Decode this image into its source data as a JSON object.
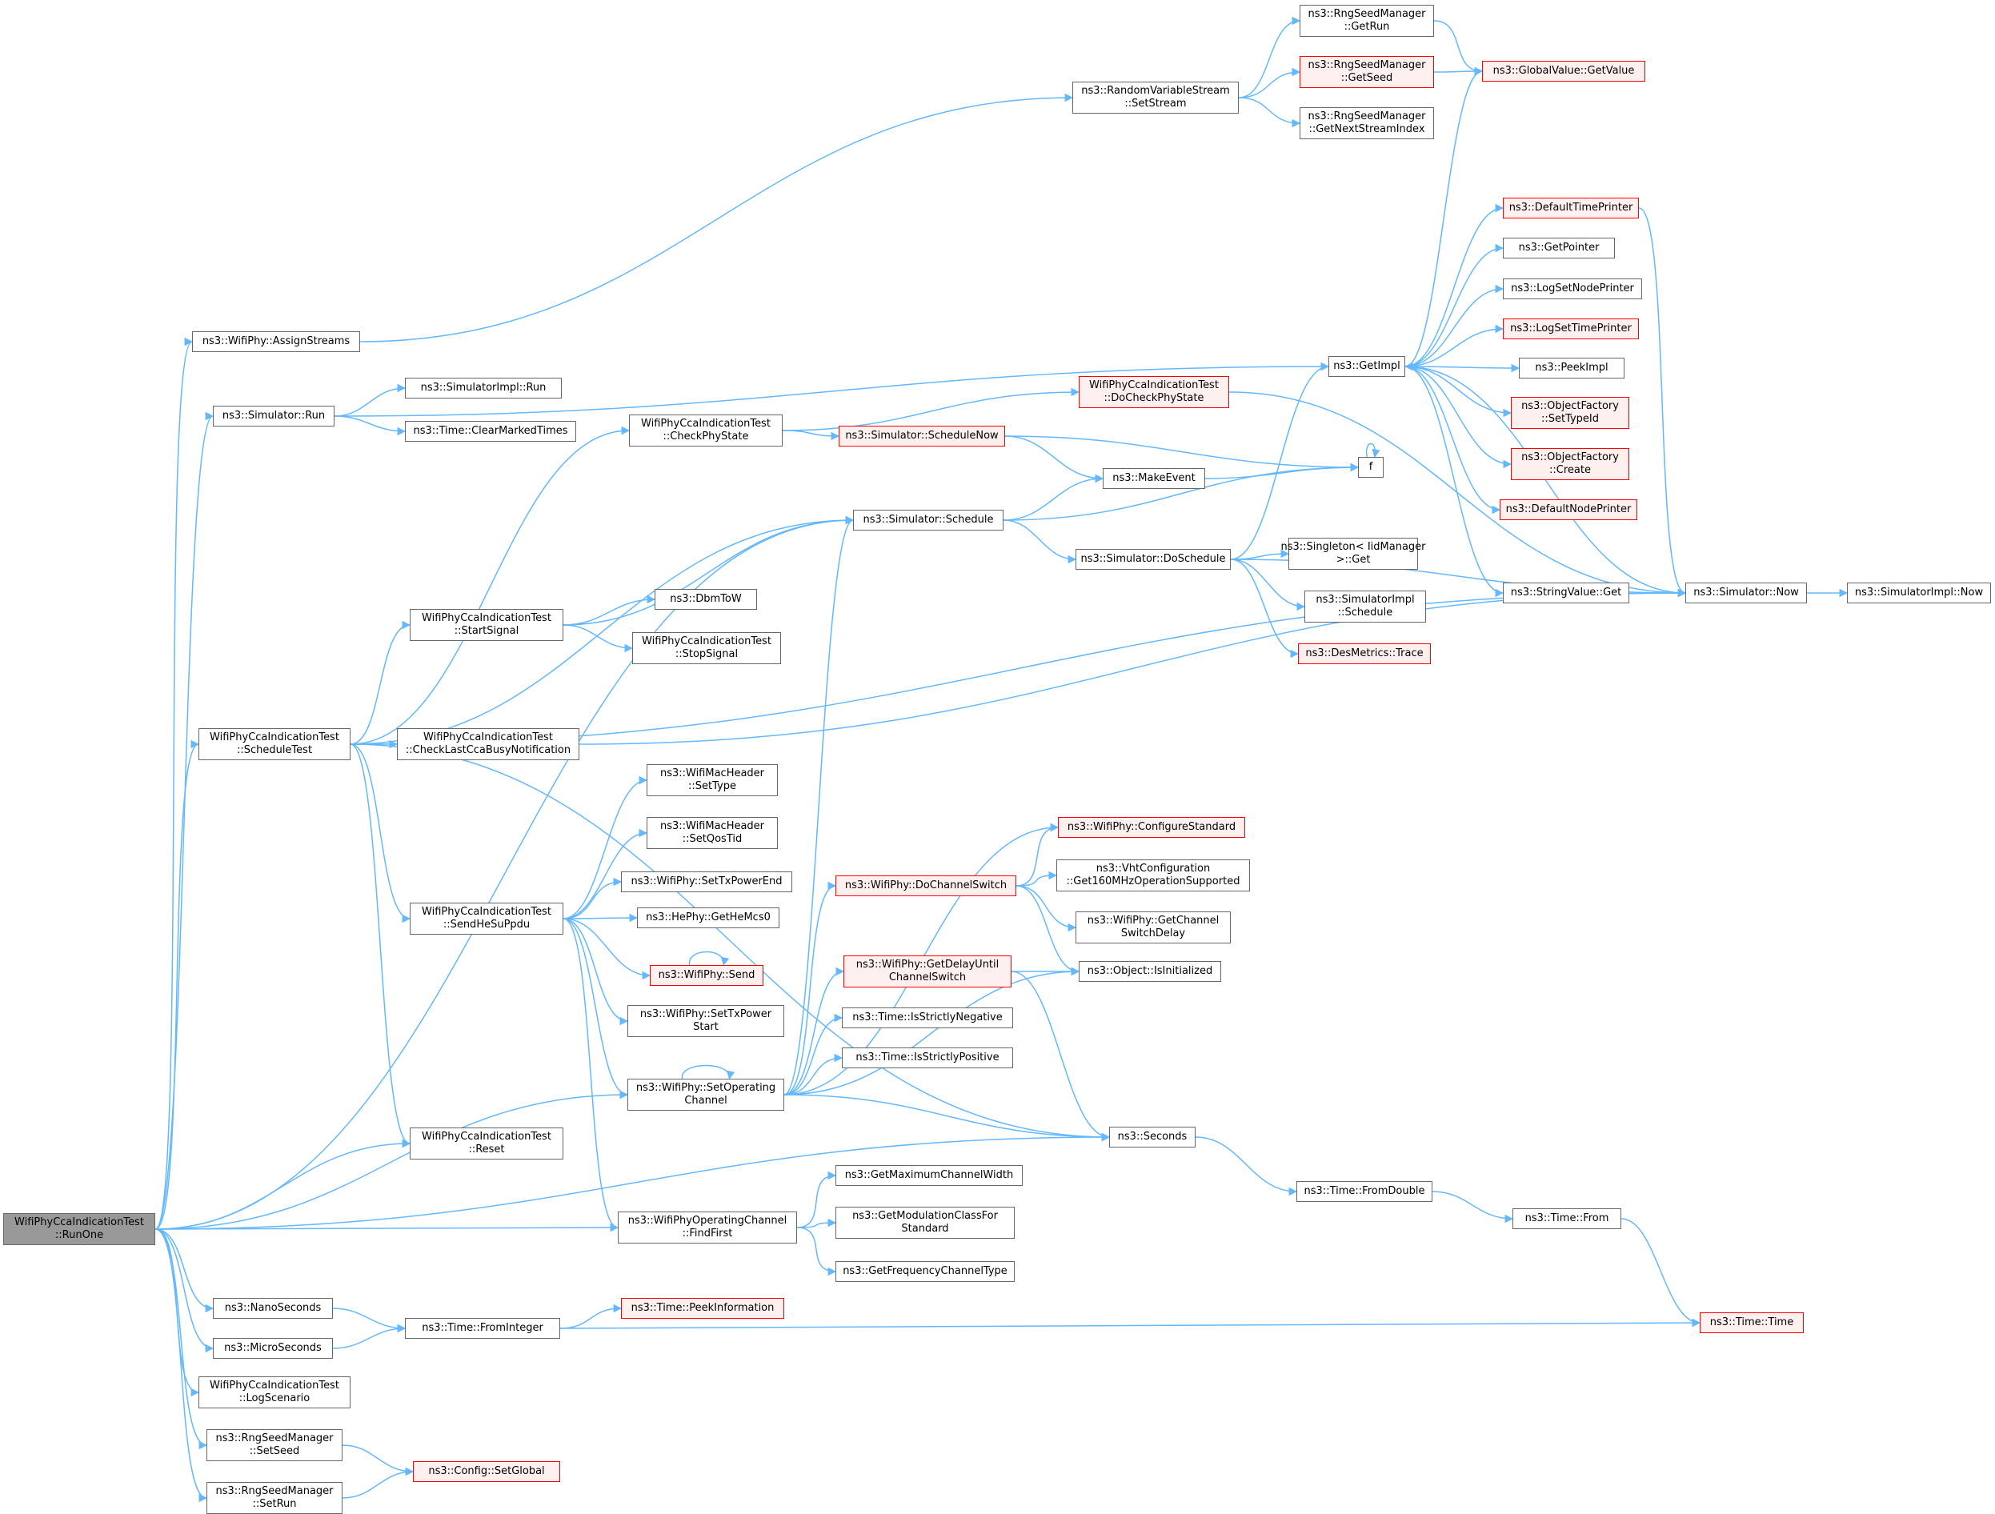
{
  "nodes": {
    "runone": {
      "label": "WifiPhyCcaIndicationTest\n::RunOne",
      "style": "root"
    },
    "assignstreams": {
      "label": "ns3::WifiPhy::AssignStreams",
      "style": "normal"
    },
    "setstream": {
      "label": "ns3::RandomVariableStream\n::SetStream",
      "style": "normal"
    },
    "getrun": {
      "label": "ns3::RngSeedManager\n::GetRun",
      "style": "normal"
    },
    "getseed": {
      "label": "ns3::RngSeedManager\n::GetSeed",
      "style": "red"
    },
    "getnextstream": {
      "label": "ns3::RngSeedManager\n::GetNextStreamIndex",
      "style": "normal"
    },
    "globalvalue": {
      "label": "ns3::GlobalValue::GetValue",
      "style": "red"
    },
    "simrun": {
      "label": "ns3::Simulator::Run",
      "style": "normal"
    },
    "simimplrun": {
      "label": "ns3::SimulatorImpl::Run",
      "style": "normal"
    },
    "clearmarked": {
      "label": "ns3::Time::ClearMarkedTimes",
      "style": "normal"
    },
    "checkphystate": {
      "label": "WifiPhyCcaIndicationTest\n::CheckPhyState",
      "style": "normal"
    },
    "docheckphystate": {
      "label": "WifiPhyCcaIndicationTest\n::DoCheckPhyState",
      "style": "red"
    },
    "schedulenow": {
      "label": "ns3::Simulator::ScheduleNow",
      "style": "red"
    },
    "simschedule": {
      "label": "ns3::Simulator::Schedule",
      "style": "normal"
    },
    "makeevent": {
      "label": "ns3::MakeEvent",
      "style": "normal"
    },
    "f": {
      "label": "f",
      "style": "normal"
    },
    "doschedule": {
      "label": "ns3::Simulator::DoSchedule",
      "style": "normal"
    },
    "singletonget": {
      "label": "ns3::Singleton< IidManager\n>::Get",
      "style": "normal"
    },
    "simimplschedule": {
      "label": "ns3::SimulatorImpl\n::Schedule",
      "style": "normal"
    },
    "desmetrics": {
      "label": "ns3::DesMetrics::Trace",
      "style": "red"
    },
    "getimpl": {
      "label": "ns3::GetImpl",
      "style": "normal"
    },
    "defaulttimeprinter": {
      "label": "ns3::DefaultTimePrinter",
      "style": "red"
    },
    "getpointer": {
      "label": "ns3::GetPointer",
      "style": "normal"
    },
    "logsetnodeprinter": {
      "label": "ns3::LogSetNodePrinter",
      "style": "normal"
    },
    "logsettimeprinter": {
      "label": "ns3::LogSetTimePrinter",
      "style": "red"
    },
    "peekimpl": {
      "label": "ns3::PeekImpl",
      "style": "normal"
    },
    "settypeid": {
      "label": "ns3::ObjectFactory\n::SetTypeId",
      "style": "red"
    },
    "ofcreate": {
      "label": "ns3::ObjectFactory\n::Create",
      "style": "red"
    },
    "defaultnodeprinter": {
      "label": "ns3::DefaultNodePrinter",
      "style": "red"
    },
    "stringvalueget": {
      "label": "ns3::StringValue::Get",
      "style": "normal"
    },
    "simnow": {
      "label": "ns3::Simulator::Now",
      "style": "normal"
    },
    "simimplnow": {
      "label": "ns3::SimulatorImpl::Now",
      "style": "normal"
    },
    "startsignal": {
      "label": "WifiPhyCcaIndicationTest\n::StartSignal",
      "style": "normal"
    },
    "dbmtow": {
      "label": "ns3::DbmToW",
      "style": "normal"
    },
    "stopsignal": {
      "label": "WifiPhyCcaIndicationTest\n::StopSignal",
      "style": "normal"
    },
    "scheduletest": {
      "label": "WifiPhyCcaIndicationTest\n::ScheduleTest",
      "style": "normal"
    },
    "checklastcca": {
      "label": "WifiPhyCcaIndicationTest\n::CheckLastCcaBusyNotification",
      "style": "normal"
    },
    "settype": {
      "label": "ns3::WifiMacHeader\n::SetType",
      "style": "normal"
    },
    "setqostid": {
      "label": "ns3::WifiMacHeader\n::SetQosTid",
      "style": "normal"
    },
    "settxpowerend": {
      "label": "ns3::WifiPhy::SetTxPowerEnd",
      "style": "normal"
    },
    "gethemcs0": {
      "label": "ns3::HePhy::GetHeMcs0",
      "style": "normal"
    },
    "wifiphysend": {
      "label": "ns3::WifiPhy::Send",
      "style": "red"
    },
    "settxpowerstart": {
      "label": "ns3::WifiPhy::SetTxPower\nStart",
      "style": "normal"
    },
    "sendhesuppdu": {
      "label": "WifiPhyCcaIndicationTest\n::SendHeSuPpdu",
      "style": "normal"
    },
    "setoperating": {
      "label": "ns3::WifiPhy::SetOperating\nChannel",
      "style": "normal"
    },
    "reset": {
      "label": "WifiPhyCcaIndicationTest\n::Reset",
      "style": "normal"
    },
    "configurestandard": {
      "label": "ns3::WifiPhy::ConfigureStandard",
      "style": "red"
    },
    "dochannelswitch": {
      "label": "ns3::WifiPhy::DoChannelSwitch",
      "style": "red"
    },
    "vhtconfig": {
      "label": "ns3::VhtConfiguration\n::Get160MHzOperationSupported",
      "style": "normal"
    },
    "getchannelswitchdelay": {
      "label": "ns3::WifiPhy::GetChannel\nSwitchDelay",
      "style": "normal"
    },
    "getdelayuntil": {
      "label": "ns3::WifiPhy::GetDelayUntil\nChannelSwitch",
      "style": "red"
    },
    "isinitialized": {
      "label": "ns3::Object::IsInitialized",
      "style": "normal"
    },
    "isstrictlyneg": {
      "label": "ns3::Time::IsStrictlyNegative",
      "style": "normal"
    },
    "isstrictlypos": {
      "label": "ns3::Time::IsStrictlyPositive",
      "style": "normal"
    },
    "seconds": {
      "label": "ns3::Seconds",
      "style": "normal"
    },
    "fromdouble": {
      "label": "ns3::Time::FromDouble",
      "style": "normal"
    },
    "timefrom": {
      "label": "ns3::Time::From",
      "style": "normal"
    },
    "timetime": {
      "label": "ns3::Time::Time",
      "style": "red"
    },
    "findfirst": {
      "label": "ns3::WifiPhyOperatingChannel\n::FindFirst",
      "style": "normal"
    },
    "getmaxchannelwidth": {
      "label": "ns3::GetMaximumChannelWidth",
      "style": "normal"
    },
    "getmodclass": {
      "label": "ns3::GetModulationClassFor\nStandard",
      "style": "normal"
    },
    "getfreqchanneltype": {
      "label": "ns3::GetFrequencyChannelType",
      "style": "normal"
    },
    "nanoseconds": {
      "label": "ns3::NanoSeconds",
      "style": "normal"
    },
    "microseconds": {
      "label": "ns3::MicroSeconds",
      "style": "normal"
    },
    "frominteger": {
      "label": "ns3::Time::FromInteger",
      "style": "normal"
    },
    "peekinformation": {
      "label": "ns3::Time::PeekInformation",
      "style": "red"
    },
    "logscenario": {
      "label": "WifiPhyCcaIndicationTest\n::LogScenario",
      "style": "normal"
    },
    "setseed": {
      "label": "ns3::RngSeedManager\n::SetSeed",
      "style": "normal"
    },
    "setrun": {
      "label": "ns3::RngSeedManager\n::SetRun",
      "style": "normal"
    },
    "setglobal": {
      "label": "ns3::Config::SetGlobal",
      "style": "red"
    }
  },
  "edges": [
    [
      "runone",
      "assignstreams"
    ],
    [
      "runone",
      "simrun"
    ],
    [
      "runone",
      "simschedule"
    ],
    [
      "runone",
      "scheduletest"
    ],
    [
      "runone",
      "reset"
    ],
    [
      "runone",
      "setoperating"
    ],
    [
      "runone",
      "findfirst"
    ],
    [
      "runone",
      "seconds"
    ],
    [
      "runone",
      "nanoseconds"
    ],
    [
      "runone",
      "microseconds"
    ],
    [
      "runone",
      "logscenario"
    ],
    [
      "runone",
      "setseed"
    ],
    [
      "runone",
      "setrun"
    ],
    [
      "assignstreams",
      "setstream"
    ],
    [
      "setstream",
      "getrun"
    ],
    [
      "setstream",
      "getseed"
    ],
    [
      "setstream",
      "getnextstream"
    ],
    [
      "getrun",
      "globalvalue"
    ],
    [
      "getseed",
      "globalvalue"
    ],
    [
      "simrun",
      "getimpl"
    ],
    [
      "simrun",
      "simimplrun"
    ],
    [
      "simrun",
      "clearmarked"
    ],
    [
      "checkphystate",
      "docheckphystate"
    ],
    [
      "checkphystate",
      "schedulenow"
    ],
    [
      "docheckphystate",
      "simnow"
    ],
    [
      "schedulenow",
      "makeevent"
    ],
    [
      "schedulenow",
      "f"
    ],
    [
      "simschedule",
      "makeevent"
    ],
    [
      "simschedule",
      "f"
    ],
    [
      "simschedule",
      "doschedule"
    ],
    [
      "makeevent",
      "f"
    ],
    [
      "f",
      "f"
    ],
    [
      "doschedule",
      "getimpl"
    ],
    [
      "doschedule",
      "simnow"
    ],
    [
      "doschedule",
      "singletonget"
    ],
    [
      "doschedule",
      "simimplschedule"
    ],
    [
      "doschedule",
      "desmetrics"
    ],
    [
      "getimpl",
      "globalvalue"
    ],
    [
      "getimpl",
      "defaulttimeprinter"
    ],
    [
      "getimpl",
      "getpointer"
    ],
    [
      "getimpl",
      "logsetnodeprinter"
    ],
    [
      "getimpl",
      "logsettimeprinter"
    ],
    [
      "getimpl",
      "peekimpl"
    ],
    [
      "getimpl",
      "settypeid"
    ],
    [
      "getimpl",
      "ofcreate"
    ],
    [
      "getimpl",
      "defaultnodeprinter"
    ],
    [
      "getimpl",
      "stringvalueget"
    ],
    [
      "defaulttimeprinter",
      "simnow"
    ],
    [
      "simnow",
      "getimpl"
    ],
    [
      "simnow",
      "simimplnow"
    ],
    [
      "startsignal",
      "simschedule"
    ],
    [
      "startsignal",
      "dbmtow"
    ],
    [
      "startsignal",
      "stopsignal"
    ],
    [
      "scheduletest",
      "checkphystate"
    ],
    [
      "scheduletest",
      "simschedule"
    ],
    [
      "scheduletest",
      "startsignal"
    ],
    [
      "scheduletest",
      "simnow"
    ],
    [
      "scheduletest",
      "checklastcca"
    ],
    [
      "scheduletest",
      "sendhesuppdu"
    ],
    [
      "scheduletest",
      "reset"
    ],
    [
      "scheduletest",
      "seconds"
    ],
    [
      "checklastcca",
      "simnow"
    ],
    [
      "sendhesuppdu",
      "settype"
    ],
    [
      "sendhesuppdu",
      "setqostid"
    ],
    [
      "sendhesuppdu",
      "settxpowerend"
    ],
    [
      "sendhesuppdu",
      "gethemcs0"
    ],
    [
      "sendhesuppdu",
      "wifiphysend"
    ],
    [
      "sendhesuppdu",
      "settxpowerstart"
    ],
    [
      "sendhesuppdu",
      "setoperating"
    ],
    [
      "sendhesuppdu",
      "findfirst"
    ],
    [
      "wifiphysend",
      "wifiphysend"
    ],
    [
      "setoperating",
      "setoperating"
    ],
    [
      "setoperating",
      "simschedule"
    ],
    [
      "setoperating",
      "configurestandard"
    ],
    [
      "setoperating",
      "dochannelswitch"
    ],
    [
      "setoperating",
      "isinitialized"
    ],
    [
      "setoperating",
      "getdelayuntil"
    ],
    [
      "setoperating",
      "isstrictlyneg"
    ],
    [
      "setoperating",
      "isstrictlypos"
    ],
    [
      "setoperating",
      "seconds"
    ],
    [
      "dochannelswitch",
      "configurestandard"
    ],
    [
      "dochannelswitch",
      "vhtconfig"
    ],
    [
      "dochannelswitch",
      "getchannelswitchdelay"
    ],
    [
      "dochannelswitch",
      "isinitialized"
    ],
    [
      "getdelayuntil",
      "isinitialized"
    ],
    [
      "getdelayuntil",
      "seconds"
    ],
    [
      "seconds",
      "fromdouble"
    ],
    [
      "fromdouble",
      "timefrom"
    ],
    [
      "timefrom",
      "timetime"
    ],
    [
      "findfirst",
      "getmaxchannelwidth"
    ],
    [
      "findfirst",
      "getmodclass"
    ],
    [
      "findfirst",
      "getfreqchanneltype"
    ],
    [
      "nanoseconds",
      "frominteger"
    ],
    [
      "microseconds",
      "frominteger"
    ],
    [
      "frominteger",
      "peekinformation"
    ],
    [
      "frominteger",
      "timetime"
    ],
    [
      "setseed",
      "setglobal"
    ],
    [
      "setrun",
      "setglobal"
    ]
  ],
  "colors": {
    "edge": "#63b8ff",
    "border": "#666666",
    "red_border": "#ff0000",
    "red_fill": "#fff0f0",
    "root_fill": "#999999",
    "background": "#ffffff"
  }
}
